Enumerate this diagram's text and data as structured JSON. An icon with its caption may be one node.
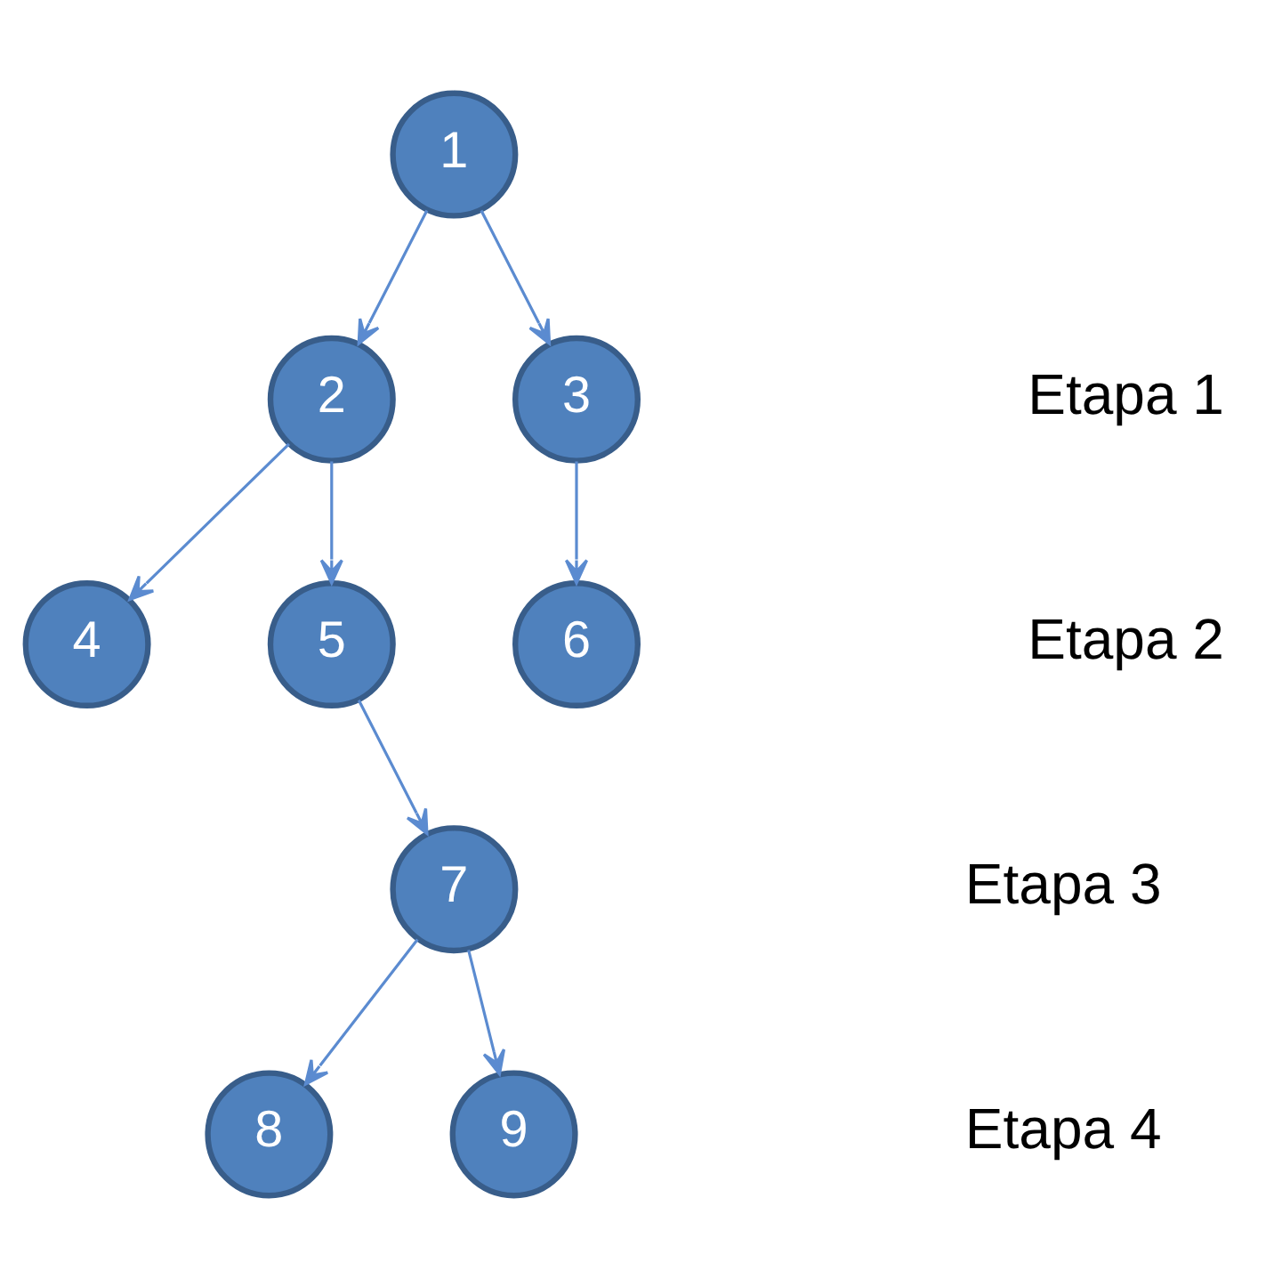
{
  "diagram": {
    "nodes": [
      {
        "text": [
          "1"
        ]
      },
      {
        "text": [
          "2"
        ]
      },
      {
        "text": [
          "3"
        ]
      },
      {
        "text": [
          "4"
        ]
      },
      {
        "text": [
          "5"
        ]
      },
      {
        "text": [
          "6"
        ]
      },
      {
        "text": [
          "7"
        ]
      },
      {
        "text": [
          "8"
        ]
      },
      {
        "text": [
          "9"
        ]
      }
    ],
    "edges": [
      {
        "from": 0,
        "to": 1,
        "arrow": "to"
      },
      {
        "from": 0,
        "to": 2,
        "arrow": "to"
      },
      {
        "from": 1,
        "to": 3,
        "arrow": "to"
      },
      {
        "from": 1,
        "to": 4,
        "arrow": "to"
      },
      {
        "from": 2,
        "to": 5,
        "arrow": "to"
      },
      {
        "from": 4,
        "to": 6,
        "arrow": "to"
      },
      {
        "from": 6,
        "to": 7,
        "arrow": "to"
      },
      {
        "from": 6,
        "to": 8,
        "arrow": "to"
      }
    ],
    "labels": [
      "Etapa 1",
      "Etapa 2",
      "Etapa 3",
      "Etapa 4"
    ]
  }
}
